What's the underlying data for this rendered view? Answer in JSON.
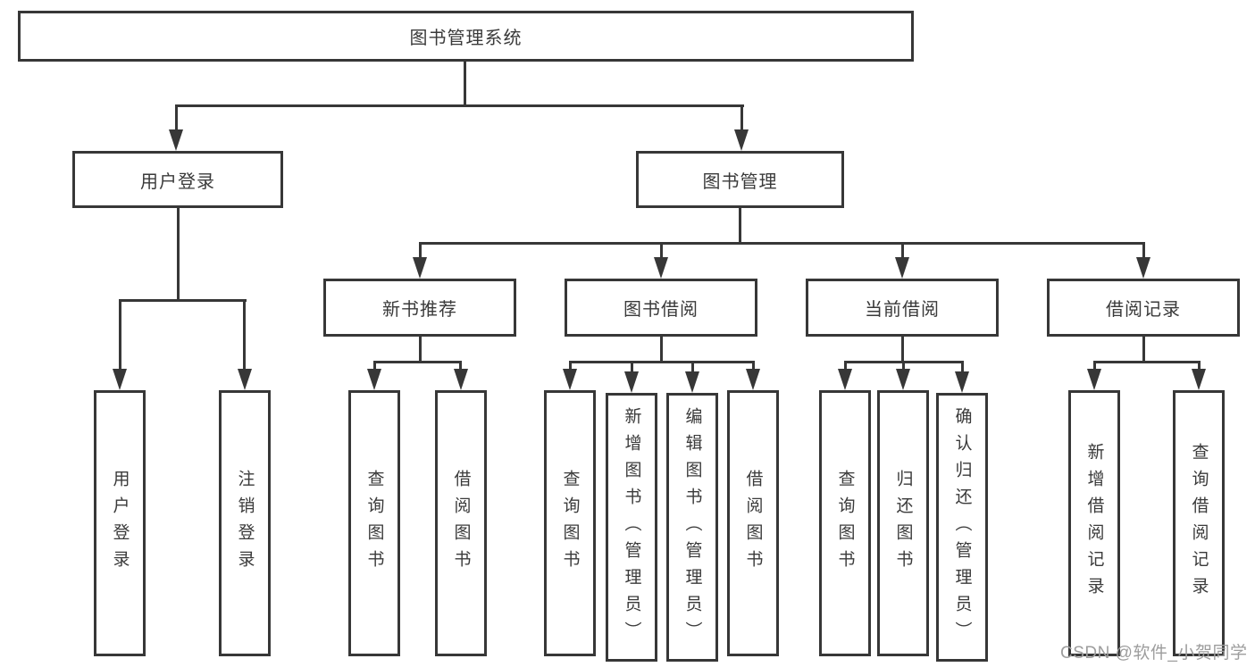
{
  "nodes": {
    "root": "图书管理系统",
    "login": "用户登录",
    "manage": "图书管理",
    "recommend": "新书推荐",
    "borrow": "图书借阅",
    "current": "当前借阅",
    "records": "借阅记录",
    "login_children": [
      "用户登录",
      "注销登录"
    ],
    "recommend_children": [
      "查询图书",
      "借阅图书"
    ],
    "borrow_children": [
      "查询图书",
      "新增图书（管理员）",
      "编辑图书（管理员）",
      "借阅图书"
    ],
    "current_children": [
      "查询图书",
      "归还图书",
      "确认归还（管理员）"
    ],
    "records_children": [
      "新增借阅记录",
      "查询借阅记录"
    ]
  },
  "colors": {
    "line": "#373737",
    "text": "#3a3a3a",
    "watermark": "#9d9d9d"
  },
  "watermark": "CSDN @软件_小贺同学"
}
